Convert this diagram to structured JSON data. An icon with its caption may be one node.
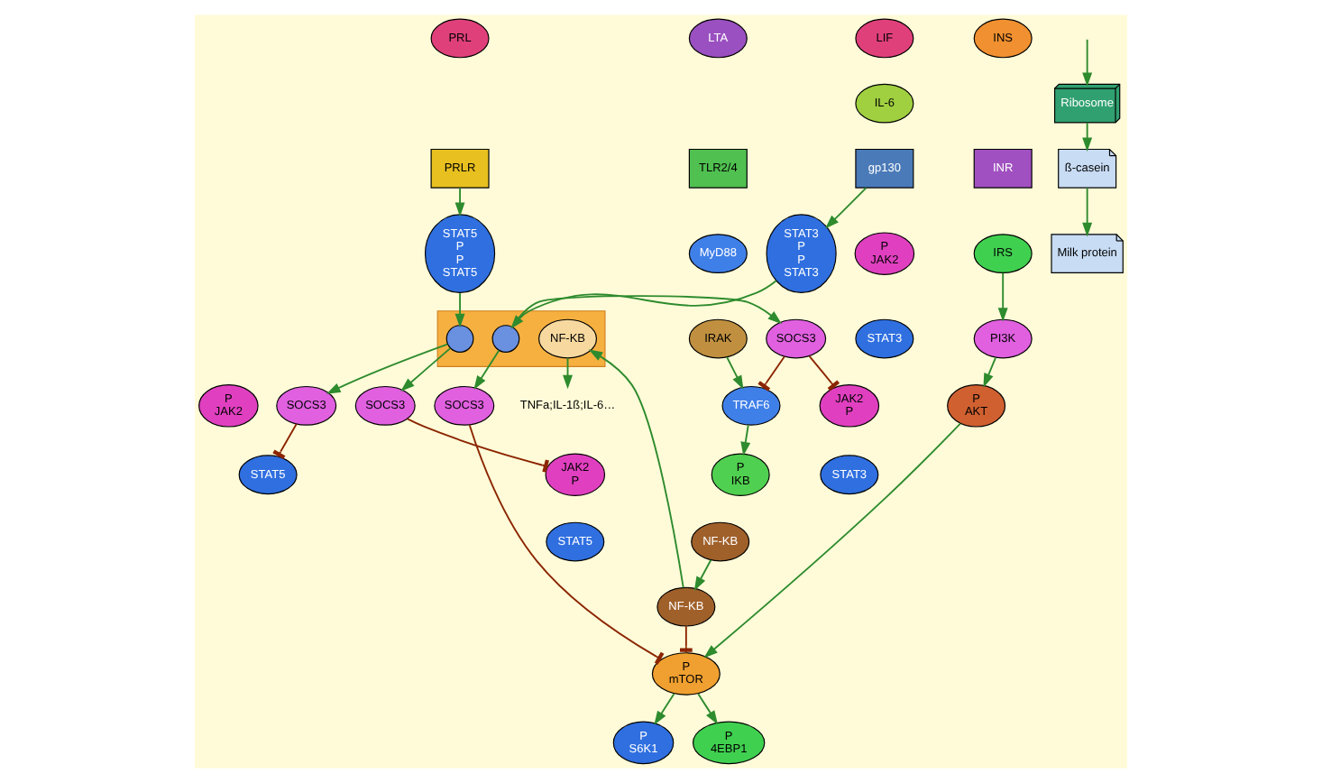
{
  "diagram": {
    "nodes": [
      {
        "text": [
          "PRL"
        ]
      },
      {
        "text": [
          "PRLR"
        ]
      },
      {
        "text": [
          "P",
          "JAK2"
        ]
      },
      {
        "text": [
          "JAK2",
          "P"
        ]
      },
      {
        "text": [
          "STAT5"
        ]
      },
      {
        "text": [
          "STAT5"
        ]
      },
      {
        "text": [
          "LIF"
        ]
      },
      {
        "text": [
          "IL-6"
        ]
      },
      {
        "text": [
          "gp130"
        ]
      },
      {
        "text": [
          "P",
          "JAK2"
        ]
      },
      {
        "text": [
          "JAK2",
          "P"
        ]
      },
      {
        "text": [
          "STAT3"
        ]
      },
      {
        "text": [
          "STAT3"
        ]
      },
      {
        "text": [
          "TNFa;IL-1ß;IL-6…"
        ]
      },
      {
        "text": [
          "LTA"
        ]
      },
      {
        "text": [
          "TLR2/4"
        ]
      },
      {
        "text": [
          "MyD88"
        ]
      },
      {
        "text": [
          "IRAK"
        ]
      },
      {
        "text": [
          "INS"
        ]
      },
      {
        "text": [
          "INR"
        ]
      },
      {
        "text": [
          "IRS"
        ]
      },
      {
        "text": [
          "Milk protein"
        ]
      },
      {
        "text": [
          "SOCS3"
        ]
      },
      {
        "text": [
          "STAT3",
          "P",
          "P",
          "STAT3"
        ]
      },
      {
        "text": [
          "SOCS3"
        ]
      },
      {
        "text": [
          "TRAF6"
        ]
      },
      {
        "text": [
          "PI3K"
        ]
      },
      {
        "text": [
          "ß-casein"
        ]
      },
      {
        "text": [
          "STAT5",
          "P",
          "P",
          "STAT5"
        ]
      },
      {
        "text": [
          "P",
          "IKB"
        ]
      },
      {
        "text": [
          "NF-KB"
        ]
      },
      {
        "text": [
          "NF-KB"
        ]
      },
      {
        "text": [
          "P",
          "AKT"
        ]
      },
      {
        "text": [
          "P",
          "mTOR"
        ]
      },
      {
        "text": [
          "Ribosome"
        ]
      },
      {
        "text": [
          "SOCS3"
        ]
      },
      {
        "text": [
          "SOCS3"
        ]
      },
      {
        "text": [],
        "shape": "box"
      },
      {
        "text": [
          "NF-KB"
        ],
        "in": 37
      },
      {
        "text": [],
        "shape": "circle",
        "in": 37
      },
      {
        "text": [],
        "shape": "circle",
        "in": 37
      },
      {
        "text": [
          "P",
          "S6K1"
        ]
      },
      {
        "text": [
          "P",
          "4EBP1"
        ]
      }
    ],
    "edges": [
      {
        "from": 1,
        "to": 28,
        "arrow": "to"
      },
      {
        "from": 8,
        "to": 23,
        "arrow": "to"
      },
      {
        "from": 28,
        "to": 39,
        "arrow": "to"
      },
      {
        "from": 23,
        "to": 40,
        "arrow": "to"
      },
      {
        "from": 39,
        "to": 22,
        "arrow": "to"
      },
      {
        "from": 39,
        "to": 36,
        "arrow": "to"
      },
      {
        "from": 36,
        "to": 4,
        "arrow": "other",
        "color": "#8b2500"
      },
      {
        "from": 22,
        "to": 3,
        "arrow": "other",
        "color": "#8b2500"
      },
      {
        "from": 24,
        "to": 10,
        "arrow": "other",
        "color": "#8b2500"
      },
      {
        "from": 24,
        "to": 25,
        "arrow": "other",
        "color": "#8b2500"
      },
      {
        "from": 40,
        "to": 24,
        "arrow": "to"
      },
      {
        "from": 38,
        "to": 13,
        "arrow": "to"
      },
      {
        "from": 40,
        "to": 35,
        "arrow": "to"
      },
      {
        "from": 35,
        "to": 33,
        "arrow": "other",
        "color": "#8b2500"
      },
      {
        "from": 31,
        "to": 33,
        "arrow": "other",
        "color": "#8b2500"
      },
      {
        "from": 17,
        "to": 25,
        "arrow": "to"
      },
      {
        "from": 25,
        "to": 29,
        "arrow": "to"
      },
      {
        "from": 30,
        "to": 31,
        "arrow": "to"
      },
      {
        "from": 31,
        "to": 38,
        "arrow": "to"
      },
      {
        "from": 20,
        "to": 26,
        "arrow": "to"
      },
      {
        "from": 26,
        "to": 32,
        "arrow": "to"
      },
      {
        "from": 32,
        "to": 33,
        "arrow": "to"
      },
      {
        "from": 33,
        "to": 41,
        "arrow": "to"
      },
      {
        "from": 33,
        "to": 42,
        "arrow": "to"
      },
      {
        "from": null,
        "to": 34,
        "arrow": "to"
      },
      {
        "from": 34,
        "to": 27,
        "arrow": "to"
      },
      {
        "from": 27,
        "to": 21,
        "arrow": "to"
      }
    ]
  }
}
